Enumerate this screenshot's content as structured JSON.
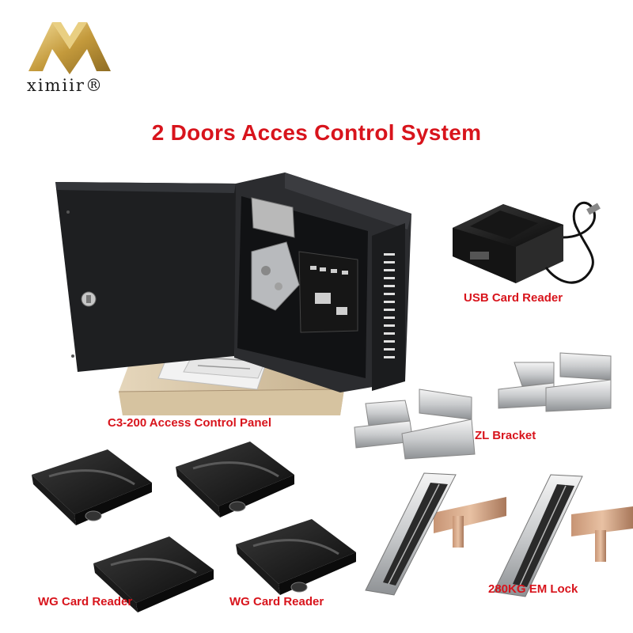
{
  "brand": {
    "name": "ximiir®"
  },
  "title": "2 Doors Acces Control System",
  "labels": {
    "panel": "C3-200 Access Control Panel",
    "usb_reader": "USB Card Reader",
    "bracket": "ZL Bracket",
    "wg_reader_left": "WG Card Reader",
    "wg_reader_right": "WG Card Reader",
    "em_lock": "280KG EM Lock"
  },
  "colors": {
    "label_red": "#d8141c",
    "logo_gold": "#c9a24a"
  }
}
